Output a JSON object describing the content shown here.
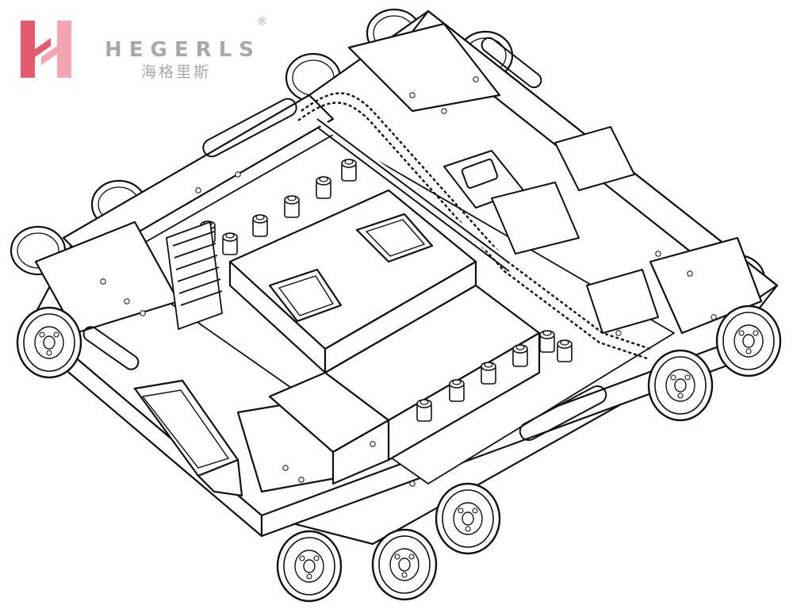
{
  "brand": {
    "name": "HEGERLS",
    "chinese_name": "海格里斯",
    "registered_mark": "®",
    "logo_color": "#e35b6e",
    "text_color": "#a9a9ad"
  },
  "drawing": {
    "style": "line-art",
    "stroke_color": "#1a1a1a",
    "background": "#ffffff"
  }
}
